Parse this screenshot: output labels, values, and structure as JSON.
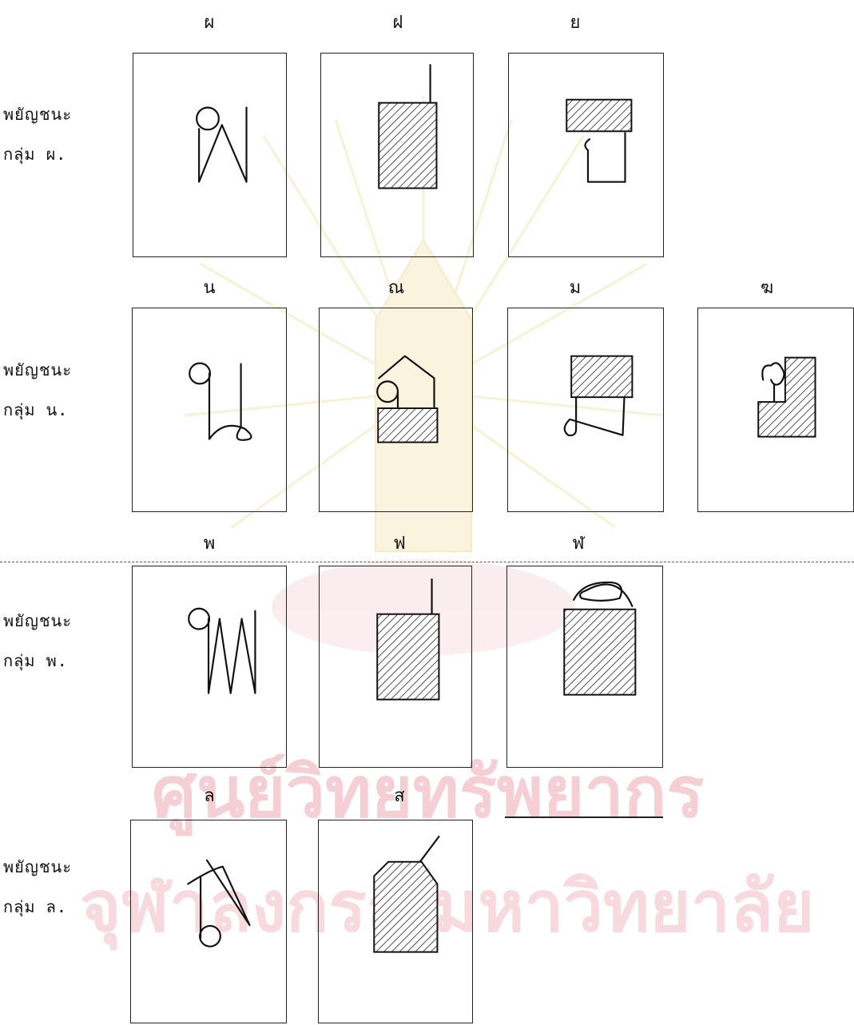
{
  "rows": [
    {
      "group_label": "พยัญชนะ\nกลุ่ม ผ.",
      "cards": [
        {
          "letter": "ผ"
        },
        {
          "letter": "ฝ"
        },
        {
          "letter": "ย"
        }
      ]
    },
    {
      "group_label": "พยัญชนะ\nกลุ่ม น.",
      "cards": [
        {
          "letter": "น"
        },
        {
          "letter": "ณ"
        },
        {
          "letter": "ม"
        },
        {
          "letter": "ฆ"
        }
      ]
    },
    {
      "group_label": "พยัญชนะ\nกลุ่ม พ.",
      "cards": [
        {
          "letter": "พ"
        },
        {
          "letter": "ฟ"
        },
        {
          "letter": "ฬ"
        }
      ]
    },
    {
      "group_label": "พยัญชนะ\nกลุ่ม ล.",
      "cards": [
        {
          "letter": "ล"
        },
        {
          "letter": "ส"
        }
      ]
    }
  ],
  "watermark": {
    "line1": "ศูนย์วิทยทรัพยากร",
    "line2": "จุฬาลงกรณ์มหาวิทยาลัย"
  }
}
